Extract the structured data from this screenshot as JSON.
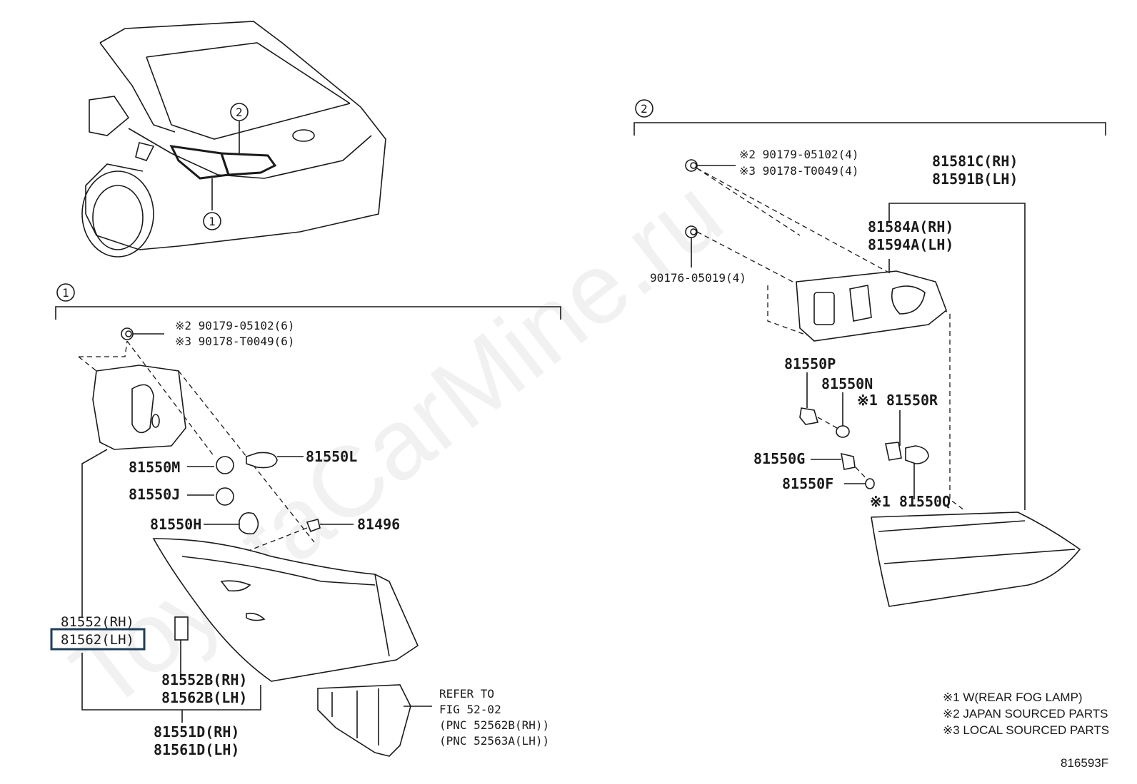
{
  "watermark": "ToyotaCarMine.ru",
  "diagram_id": "816593F",
  "callouts": {
    "one": "1",
    "two": "2"
  },
  "legend": {
    "line1": "※1 W(REAR FOG LAMP)",
    "line2": "※2 JAPAN SOURCED PARTS",
    "line3": "※3 LOCAL SOURCED PARTS"
  },
  "section1": {
    "nut_a": "※2 90179-05102(6)",
    "nut_b": "※3 90178-T0049(6)",
    "p_81550L": "81550L",
    "p_81550M": "81550M",
    "p_81550J": "81550J",
    "p_81550H": "81550H",
    "p_81496": "81496",
    "lamp_rh": "81552(RH)",
    "lamp_lh": "81562(LH)",
    "sub_rh": "81552B(RH)",
    "sub_lh": "81562B(LH)",
    "assy_rh": "81551D(RH)",
    "assy_lh": "81561D(LH)",
    "refer_1": "REFER TO",
    "refer_2": "FIG 52-02",
    "refer_3": "(PNC 52562B(RH))",
    "refer_4": "(PNC 52563A(LH))"
  },
  "section2": {
    "nut_a": "※2 90179-05102(4)",
    "nut_b": "※3 90178-T0049(4)",
    "nut_c": "90176-05019(4)",
    "assy_rh": "81581C(RH)",
    "assy_lh": "81591B(LH)",
    "gasket_rh": "81584A(RH)",
    "gasket_lh": "81594A(LH)",
    "p_81550P": "81550P",
    "p_81550N": "81550N",
    "p_81550R": "※1 81550R",
    "p_81550G": "81550G",
    "p_81550F": "81550F",
    "p_81550Q": "※1 81550Q"
  }
}
